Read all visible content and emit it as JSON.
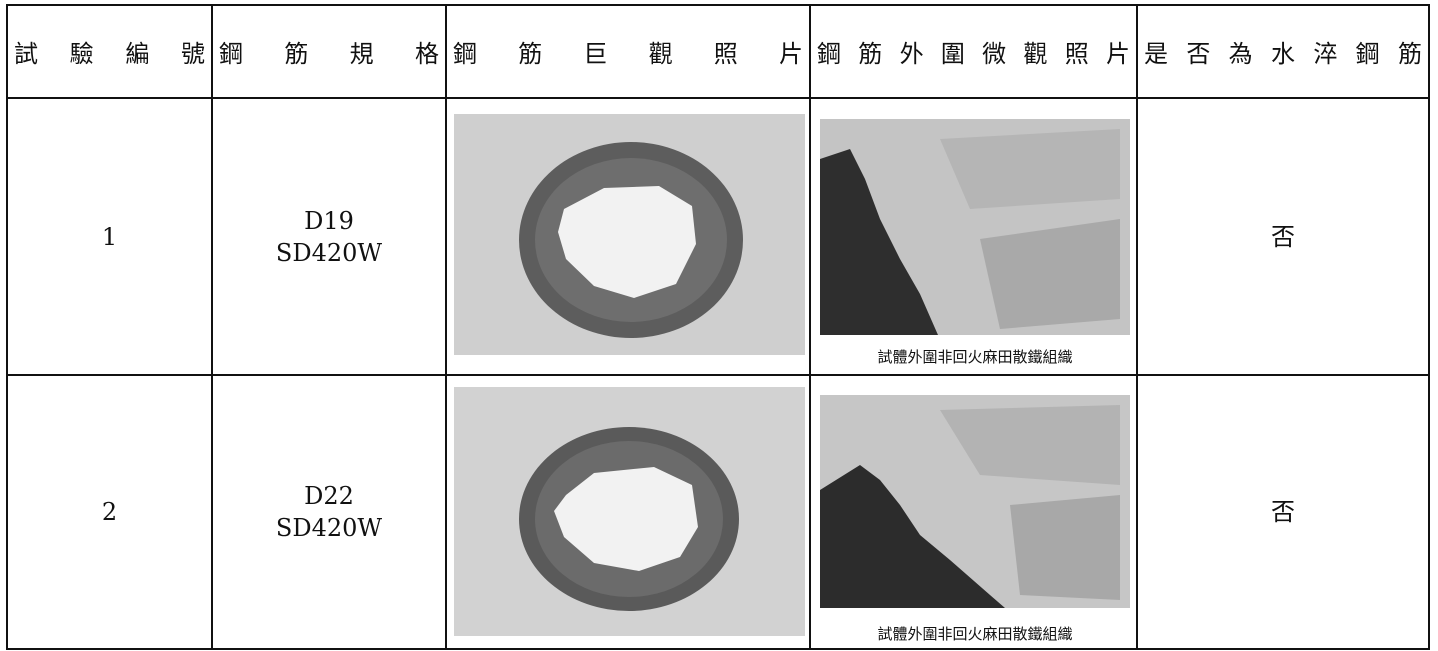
{
  "headers": {
    "test_no": [
      "試",
      "驗",
      "編",
      "號"
    ],
    "spec": [
      "鋼",
      "筋",
      "規",
      "格"
    ],
    "macro": [
      "鋼",
      "筋",
      "巨",
      "觀",
      "照",
      "片"
    ],
    "micro": [
      "鋼",
      "筋",
      "外",
      "圍",
      "微",
      "觀",
      "照",
      "片"
    ],
    "quenched": [
      "是",
      "否",
      "為",
      "水",
      "淬",
      "鋼",
      "筋"
    ]
  },
  "rows": [
    {
      "no": "1",
      "spec_line1": "D19",
      "spec_line2": "SD420W",
      "caption": "試體外圍非回火麻田散鐵組織",
      "result": "否"
    },
    {
      "no": "2",
      "spec_line1": "D22",
      "spec_line2": "SD420W",
      "caption": "試體外圍非回火麻田散鐵組織",
      "result": "否"
    }
  ]
}
